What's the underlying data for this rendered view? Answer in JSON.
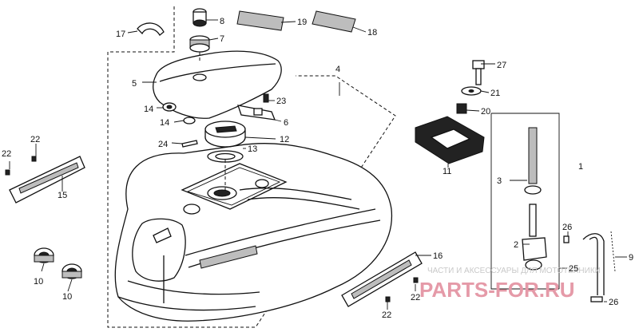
{
  "parts": [
    {
      "id": "p1",
      "label": "1"
    },
    {
      "id": "p2",
      "label": "2"
    },
    {
      "id": "p3",
      "label": "3"
    },
    {
      "id": "p4",
      "label": "4"
    },
    {
      "id": "p5",
      "label": "5"
    },
    {
      "id": "p6",
      "label": "6"
    },
    {
      "id": "p7",
      "label": "7"
    },
    {
      "id": "p8",
      "label": "8"
    },
    {
      "id": "p9",
      "label": "9"
    },
    {
      "id": "p10a",
      "label": "10"
    },
    {
      "id": "p10b",
      "label": "10"
    },
    {
      "id": "p11",
      "label": "11"
    },
    {
      "id": "p12",
      "label": "12"
    },
    {
      "id": "p13",
      "label": "13"
    },
    {
      "id": "p14a",
      "label": "14"
    },
    {
      "id": "p14b",
      "label": "14"
    },
    {
      "id": "p15",
      "label": "15"
    },
    {
      "id": "p16",
      "label": "16"
    },
    {
      "id": "p17",
      "label": "17"
    },
    {
      "id": "p18",
      "label": "18"
    },
    {
      "id": "p19",
      "label": "19"
    },
    {
      "id": "p20",
      "label": "20"
    },
    {
      "id": "p21",
      "label": "21"
    },
    {
      "id": "p22a",
      "label": "22"
    },
    {
      "id": "p22b",
      "label": "22"
    },
    {
      "id": "p22c",
      "label": "22"
    },
    {
      "id": "p22d",
      "label": "22"
    },
    {
      "id": "p23",
      "label": "23"
    },
    {
      "id": "p24",
      "label": "24"
    },
    {
      "id": "p25",
      "label": "25"
    },
    {
      "id": "p26a",
      "label": "26"
    },
    {
      "id": "p26b",
      "label": "26"
    },
    {
      "id": "p27",
      "label": "27"
    }
  ],
  "watermark": {
    "text": "ЧАСТИ И АКСЕССУАРЫ ДЛЯ МОТОТЕХНИКИ",
    "brand": "PARTS-FOR.RU"
  }
}
